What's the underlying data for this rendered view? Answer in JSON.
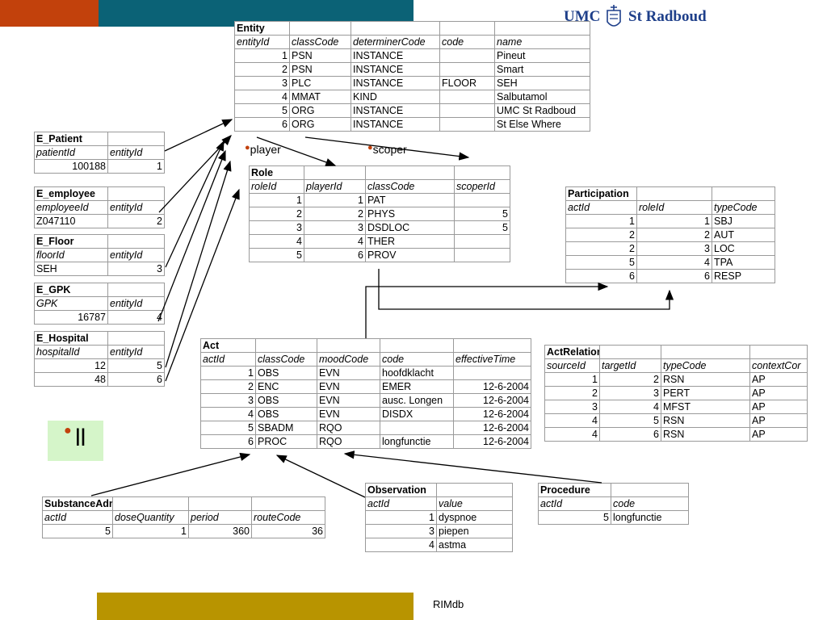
{
  "logo": {
    "left_text": "UMC",
    "right_text": "St Radboud"
  },
  "entity": {
    "title": "Entity",
    "columns": [
      "entityId",
      "classCode",
      "determinerCode",
      "code",
      "name"
    ],
    "rows": [
      [
        "1",
        "PSN",
        "INSTANCE",
        "",
        "Pineut"
      ],
      [
        "2",
        "PSN",
        "INSTANCE",
        "",
        "Smart"
      ],
      [
        "3",
        "PLC",
        "INSTANCE",
        "FLOOR",
        "SEH"
      ],
      [
        "4",
        "MMAT",
        "KIND",
        "",
        "Salbutamol"
      ],
      [
        "5",
        "ORG",
        "INSTANCE",
        "",
        "UMC St Radboud"
      ],
      [
        "6",
        "ORG",
        "INSTANCE",
        "",
        "St Else Where"
      ]
    ]
  },
  "labels": {
    "player": "player",
    "scoper": "scoper"
  },
  "role": {
    "title": "Role",
    "columns": [
      "roleId",
      "playerId",
      "classCode",
      "scoperId"
    ],
    "rows": [
      [
        "1",
        "1",
        "PAT",
        ""
      ],
      [
        "2",
        "2",
        "PHYS",
        "5"
      ],
      [
        "3",
        "3",
        "DSDLOC",
        "5"
      ],
      [
        "4",
        "4",
        "THER",
        ""
      ],
      [
        "5",
        "6",
        "PROV",
        ""
      ]
    ]
  },
  "participation": {
    "title": "Participation",
    "columns": [
      "actId",
      "roleId",
      "typeCode"
    ],
    "rows": [
      [
        "1",
        "1",
        "SBJ"
      ],
      [
        "2",
        "2",
        "AUT"
      ],
      [
        "2",
        "3",
        "LOC"
      ],
      [
        "5",
        "4",
        "TPA"
      ],
      [
        "6",
        "6",
        "RESP"
      ]
    ]
  },
  "e_patient": {
    "title": "E_Patient",
    "columns": [
      "patientId",
      "entityId"
    ],
    "rows": [
      [
        "100188",
        "1"
      ]
    ]
  },
  "e_employee": {
    "title": "E_employee",
    "columns": [
      "employeeId",
      "entityId"
    ],
    "rows": [
      [
        "Z047110",
        "2"
      ]
    ]
  },
  "e_floor": {
    "title": "E_Floor",
    "columns": [
      "floorId",
      "entityId"
    ],
    "rows": [
      [
        "SEH",
        "3"
      ]
    ]
  },
  "e_gpk": {
    "title": "E_GPK",
    "columns": [
      "GPK",
      "entityId"
    ],
    "rows": [
      [
        "16787",
        "4"
      ]
    ]
  },
  "e_hospital": {
    "title": "E_Hospital",
    "columns": [
      "hospitalId",
      "entityId"
    ],
    "rows": [
      [
        "12",
        "5"
      ],
      [
        "48",
        "6"
      ]
    ]
  },
  "act": {
    "title": "Act",
    "columns": [
      "actId",
      "classCode",
      "moodCode",
      "code",
      "effectiveTime"
    ],
    "rows": [
      [
        "1",
        "OBS",
        "EVN",
        "hoofdklacht",
        ""
      ],
      [
        "2",
        "ENC",
        "EVN",
        "EMER",
        "12-6-2004"
      ],
      [
        "3",
        "OBS",
        "EVN",
        "ausc. Longen",
        "12-6-2004"
      ],
      [
        "4",
        "OBS",
        "EVN",
        "DISDX",
        "12-6-2004"
      ],
      [
        "5",
        "SBADM",
        "RQO",
        "",
        "12-6-2004"
      ],
      [
        "6",
        "PROC",
        "RQO",
        "longfunctie",
        "12-6-2004"
      ]
    ]
  },
  "act_relationship": {
    "title": "ActRelationschip",
    "columns": [
      "sourceId",
      "targetId",
      "typeCode",
      "contextCor"
    ],
    "rows": [
      [
        "1",
        "2",
        "RSN",
        "AP"
      ],
      [
        "2",
        "3",
        "PERT",
        "AP"
      ],
      [
        "3",
        "4",
        "MFST",
        "AP"
      ],
      [
        "4",
        "5",
        "RSN",
        "AP"
      ],
      [
        "4",
        "6",
        "RSN",
        "AP"
      ]
    ]
  },
  "ll_box": {
    "text": "ll"
  },
  "substance_admin": {
    "title": "SubstanceAdministration",
    "columns": [
      "actId",
      "doseQuantity",
      "period",
      "routeCode"
    ],
    "rows": [
      [
        "5",
        "1",
        "360",
        "36"
      ]
    ]
  },
  "observation": {
    "title": "Observation",
    "columns": [
      "actId",
      "value"
    ],
    "rows": [
      [
        "1",
        "dyspnoe"
      ],
      [
        "3",
        "piepen"
      ],
      [
        "4",
        "astma"
      ]
    ]
  },
  "procedure": {
    "title": "Procedure",
    "columns": [
      "actId",
      "code"
    ],
    "rows": [
      [
        "5",
        "longfunctie"
      ]
    ]
  },
  "footer": {
    "label": "RIMdb"
  }
}
